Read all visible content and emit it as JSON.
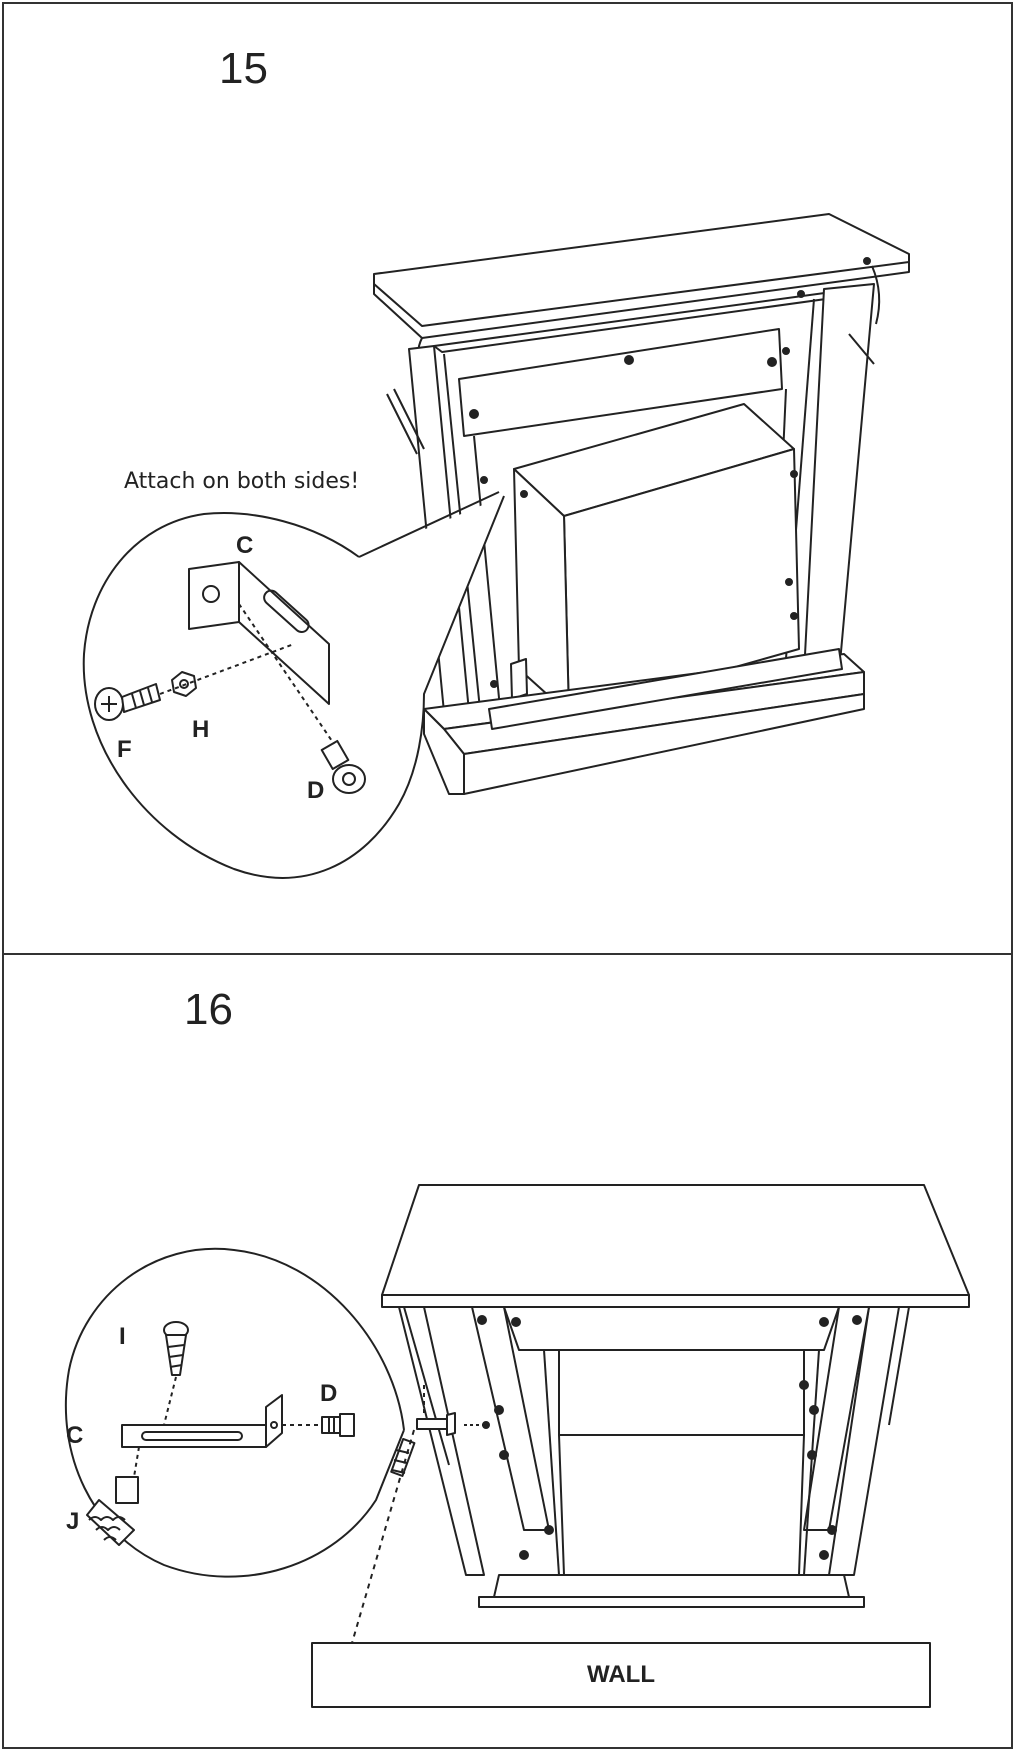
{
  "step15": {
    "number": "15",
    "note": "Attach on both sides!",
    "parts": {
      "c": "C",
      "f": "F",
      "h": "H",
      "d": "D"
    }
  },
  "step16": {
    "number": "16",
    "parts": {
      "i": "I",
      "d": "D",
      "c": "C",
      "j": "J"
    },
    "wall": "WALL"
  }
}
